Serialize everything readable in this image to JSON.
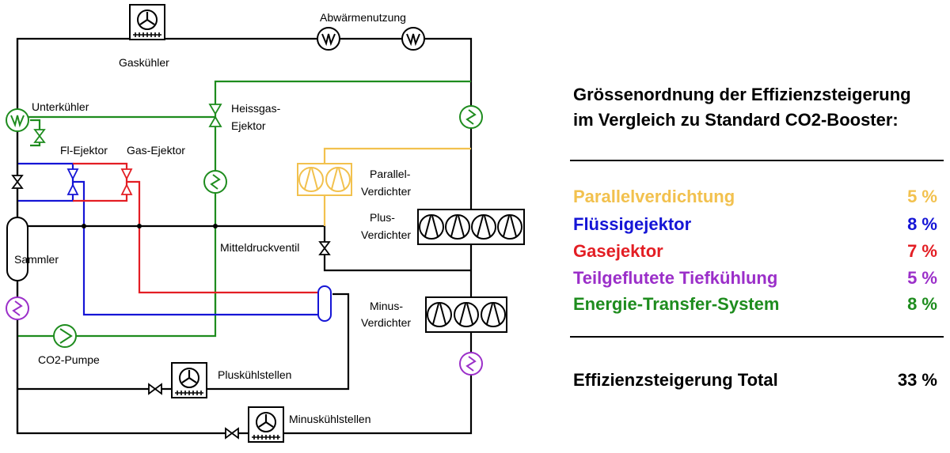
{
  "diagram": {
    "labels": {
      "gaskuehler": "Gaskühler",
      "abwaerme": "Abwärmenutzung",
      "unterkuehler": "Unterkühler",
      "heissgas1": "Heissgas-",
      "heissgas2": "Ejektor",
      "fl_ejektor": "Fl-Ejektor",
      "gas_ejektor": "Gas-Ejektor",
      "parallel1": "Parallel-",
      "parallel2": "Verdichter",
      "plus1": "Plus-",
      "plus2": "Verdichter",
      "sammler": "Sammler",
      "mitteldruck": "Mitteldruckventil",
      "minus1": "Minus-",
      "minus2": "Verdichter",
      "co2pumpe": "CO2-Pumpe",
      "pluskuehl": "Pluskühlstellen",
      "minuskuehl": "Minuskühlstellen"
    },
    "colors": {
      "black": "#000000",
      "yellow": "#F2C14E",
      "blue": "#1515D6",
      "red": "#E31E24",
      "purple": "#9B2FC9",
      "green": "#1E8C1E"
    }
  },
  "panel": {
    "heading_line1": "Grössenordnung der Effizienzsteigerung",
    "heading_line2": "im Vergleich zu Standard CO2-Booster:",
    "items": [
      {
        "label": "Parallelverdichtung",
        "value": "5 %",
        "color": "#F2C14E"
      },
      {
        "label": "Flüssigejektor",
        "value": "8 %",
        "color": "#1515D6"
      },
      {
        "label": "Gasejektor",
        "value": "7 %",
        "color": "#E31E24"
      },
      {
        "label": "Teilgeflutete Tiefkühlung",
        "value": "5 %",
        "color": "#9B2FC9"
      },
      {
        "label": "Energie-Transfer-System",
        "value": "8 %",
        "color": "#1E8C1E"
      }
    ],
    "total_label": "Effizienzsteigerung Total",
    "total_value": "33 %"
  }
}
